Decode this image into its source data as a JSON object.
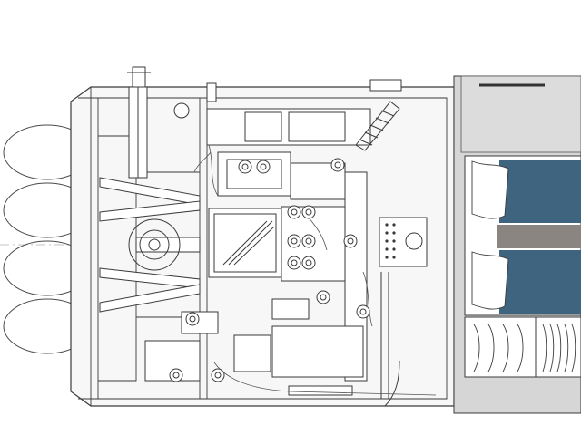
{
  "drawing": {
    "kind": "marine engine room plan view",
    "colors": {
      "background": "#ffffff",
      "line": "#3a3a3a",
      "light_line": "#8c8c8c",
      "hull_fill": "#f7f7f7",
      "cabin_fill": "#d6d6d6",
      "bed_blue": "#3f6480",
      "bed_white": "#ffffff",
      "aisle_gray": "#8a8580"
    },
    "propellers": {
      "count": 4
    },
    "berths": {
      "count": 2
    },
    "stair_treads": {
      "left_count": 4,
      "right_count": 5
    }
  }
}
